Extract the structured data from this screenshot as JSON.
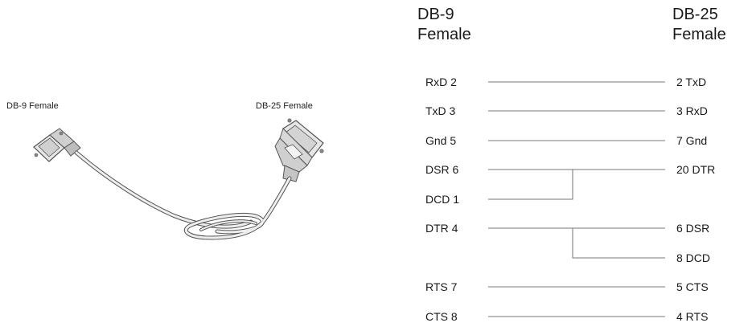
{
  "cable": {
    "left_label": "DB-9 Female",
    "right_label": "DB-25 Female"
  },
  "headers": {
    "left": {
      "line1": "DB-9",
      "line2": "Female"
    },
    "right": {
      "line1": "DB-25",
      "line2": "Female"
    }
  },
  "pins": {
    "left": [
      "RxD 2",
      "TxD 3",
      "Gnd 5",
      "DSR 6",
      "DCD 1",
      "DTR 4",
      "RTS 7",
      "CTS 8"
    ],
    "right": [
      "2 TxD",
      "3 RxD",
      "7 Gnd",
      "20 DTR",
      "6 DSR",
      "8 DCD",
      "5 CTS",
      "4 RTS"
    ]
  },
  "colors": {
    "text": "#1a1a1a",
    "wire": "#777777",
    "cable_outline": "#555555",
    "connector_fill": "#e6e6e6"
  }
}
